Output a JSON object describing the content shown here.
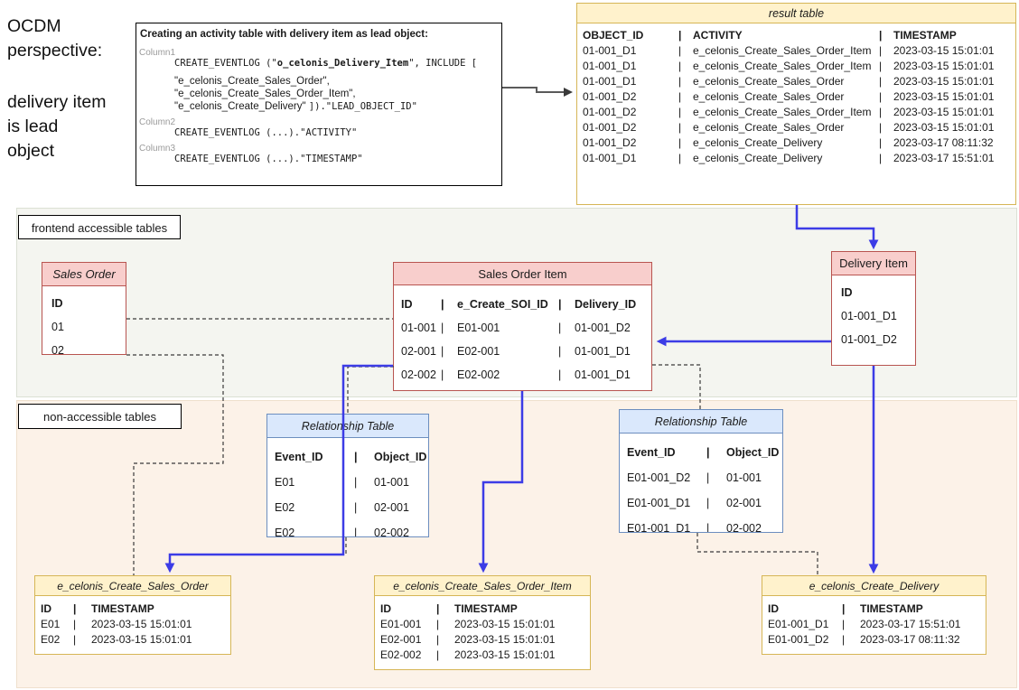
{
  "glyphs": {
    "pipe": "|"
  },
  "annotation": {
    "heading": " OCDM\nperspective:",
    "subheading": "delivery item\nis lead\nobject"
  },
  "code_block": {
    "title": "Creating an activity table with delivery item as lead object:",
    "col1_label": "Column1",
    "line1_pre": "CREATE_EVENTLOG (\"",
    "line1_bold": "o_celonis_Delivery_Item",
    "line1_post": "\", INCLUDE [",
    "include1": "\"e_celonis_Create_Sales_Order\",",
    "include2": "\"e_celonis_Create_Sales_Order_Item\",",
    "include3_sans": "\"e_celonis_Create_Delivery\" ",
    "include3_mono": "]).\"LEAD_OBJECT_ID\"",
    "col2_label": "Column2",
    "line2": "CREATE_EVENTLOG (...).\"ACTIVITY\"",
    "col3_label": "Column3",
    "line3": "CREATE_EVENTLOG (...).\"TIMESTAMP\""
  },
  "result_table": {
    "title": "result table",
    "headers": {
      "object_id": "OBJECT_ID",
      "activity": "ACTIVITY",
      "timestamp": "TIMESTAMP"
    },
    "rows": [
      {
        "id": "01-001_D1",
        "activity": "e_celonis_Create_Sales_Order_Item",
        "ts": "2023-03-15 15:01:01"
      },
      {
        "id": "01-001_D1",
        "activity": "e_celonis_Create_Sales_Order_Item",
        "ts": "2023-03-15 15:01:01"
      },
      {
        "id": "01-001_D1",
        "activity": "e_celonis_Create_Sales_Order",
        "ts": "2023-03-15 15:01:01"
      },
      {
        "id": "01-001_D2",
        "activity": "e_celonis_Create_Sales_Order",
        "ts": "2023-03-15 15:01:01"
      },
      {
        "id": "01-001_D2",
        "activity": "e_celonis_Create_Sales_Order_Item",
        "ts": "2023-03-15 15:01:01"
      },
      {
        "id": "01-001_D2",
        "activity": "e_celonis_Create_Sales_Order",
        "ts": "2023-03-15 15:01:01"
      },
      {
        "id": "01-001_D2",
        "activity": "e_celonis_Create_Delivery",
        "ts": "2023-03-17 08:11:32"
      },
      {
        "id": "01-001_D1",
        "activity": "e_celonis_Create_Delivery",
        "ts": "2023-03-17 15:51:01"
      }
    ]
  },
  "zones": {
    "frontend_label": "frontend accessible tables",
    "nonaccessible_label": "non-accessible tables"
  },
  "sales_order": {
    "title": "Sales Order",
    "id_header": "ID",
    "rows": [
      "01",
      "02"
    ]
  },
  "sales_order_item": {
    "title": "Sales Order Item",
    "headers": {
      "id": "ID",
      "soi": "e_Create_SOI_ID",
      "delivery": "Delivery_ID"
    },
    "rows": [
      {
        "id": "01-001",
        "soi": "E01-001",
        "delivery": "01-001_D2"
      },
      {
        "id": "02-001",
        "soi": "E02-001",
        "delivery": "01-001_D1"
      },
      {
        "id": "02-002",
        "soi": "E02-002",
        "delivery": "01-001_D1"
      }
    ]
  },
  "delivery_item": {
    "title": "Delivery Item",
    "id_header": "ID",
    "rows": [
      "01-001_D1",
      "01-001_D2"
    ]
  },
  "relationship_left": {
    "title": "Relationship Table",
    "headers": {
      "event": "Event_ID",
      "object": "Object_ID"
    },
    "rows": [
      {
        "event": "E01",
        "object": "01-001"
      },
      {
        "event": "E02",
        "object": "02-001"
      },
      {
        "event": "E02",
        "object": "02-002"
      }
    ]
  },
  "relationship_right": {
    "title": "Relationship Table",
    "headers": {
      "event": "Event_ID",
      "object": "Object_ID"
    },
    "rows": [
      {
        "event": "E01-001_D2",
        "object": "01-001"
      },
      {
        "event": "E01-001_D1",
        "object": "02-001"
      },
      {
        "event": "E01-001_D1",
        "object": "02-002"
      }
    ]
  },
  "event_sales_order": {
    "title": "e_celonis_Create_Sales_Order",
    "headers": {
      "id": "ID",
      "ts": "TIMESTAMP"
    },
    "rows": [
      {
        "id": "E01",
        "ts": "2023-03-15 15:01:01"
      },
      {
        "id": "E02",
        "ts": "2023-03-15 15:01:01"
      }
    ]
  },
  "event_sales_order_item": {
    "title": "e_celonis_Create_Sales_Order_Item",
    "headers": {
      "id": "ID",
      "ts": "TIMESTAMP"
    },
    "rows": [
      {
        "id": "E01-001",
        "ts": "2023-03-15 15:01:01"
      },
      {
        "id": "E02-001",
        "ts": "2023-03-15 15:01:01"
      },
      {
        "id": "E02-002",
        "ts": "2023-03-15 15:01:01"
      }
    ]
  },
  "event_delivery": {
    "title": "e_celonis_Create_Delivery",
    "headers": {
      "id": "ID",
      "ts": "TIMESTAMP"
    },
    "rows": [
      {
        "id": "E01-001_D1",
        "ts": "2023-03-17 15:51:01"
      },
      {
        "id": "E01-001_D2",
        "ts": "2023-03-17 08:11:32"
      }
    ]
  },
  "colors": {
    "connector_blue": "#3c3ce6",
    "connector_dashed": "#3a3a3a",
    "connector_gray": "#616161",
    "red_header_bg": "#f8cecc",
    "red_border": "#b85450",
    "blue_header_bg": "#dae8fc",
    "blue_border": "#6c8ebf",
    "yellow_header_bg": "#fff2cc",
    "yellow_border": "#d6b656"
  }
}
